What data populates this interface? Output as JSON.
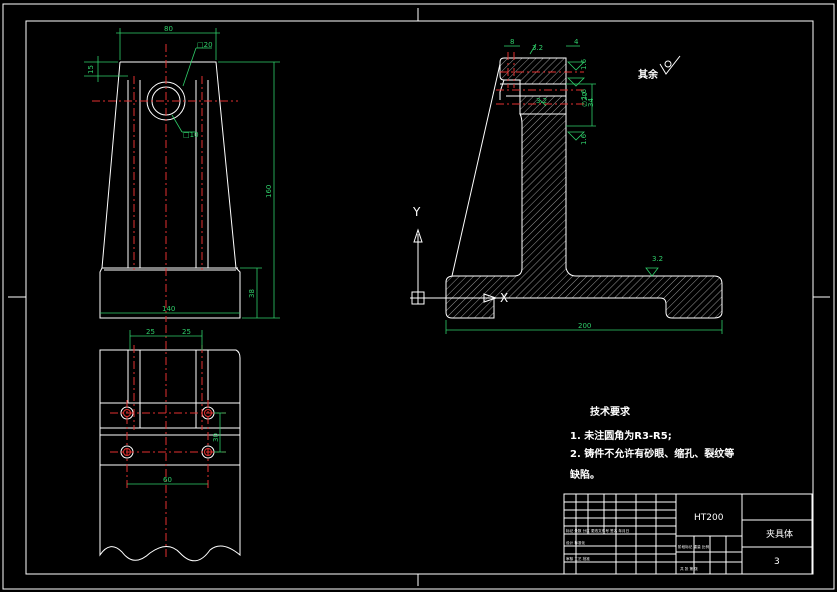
{
  "dimensions": {
    "front_top_width": "80",
    "front_hole_size": "□20",
    "front_left_offset": "15",
    "front_inner": "□10",
    "front_height": "160",
    "front_base_height": "38",
    "front_bottom_width": "140",
    "side_top_left": "8",
    "side_top_roughness": "3.2",
    "side_top_right": "4",
    "side_roughness_a": "1.6",
    "side_roughness_b": "1.6",
    "side_hole": "∅20",
    "side_hole_span": "34",
    "side_roughness_c": "1.6",
    "side_roughness_d": "3.2",
    "side_roughness_e": "3.2",
    "side_base_width": "200",
    "top_view_offset_left": "25",
    "top_view_offset_right": "25",
    "top_view_hole_spacing": "30",
    "top_view_bottom_width": "60"
  },
  "axes": {
    "y": "Y",
    "x": "X"
  },
  "surface_note": "其余",
  "tech_notes": {
    "title": "技术要求",
    "line1": "1.  未注圆角为R3-R5;",
    "line2": "2.  铸件不允许有砂眼、缩孔、裂纹等",
    "line3": "缺陷。"
  },
  "title_block": {
    "material": "HT200",
    "part_name": "夹具体",
    "sheet_no": "3",
    "tiny_row_a": "标记 处数 分区 更改文件号 签名 年月日",
    "tiny_row_b": "设计 标准化",
    "tiny_row_c": "阶段标记 重量 比例",
    "tiny_row_d": "审核 工艺 批准",
    "tiny_row_e": "共 张 第 张"
  }
}
